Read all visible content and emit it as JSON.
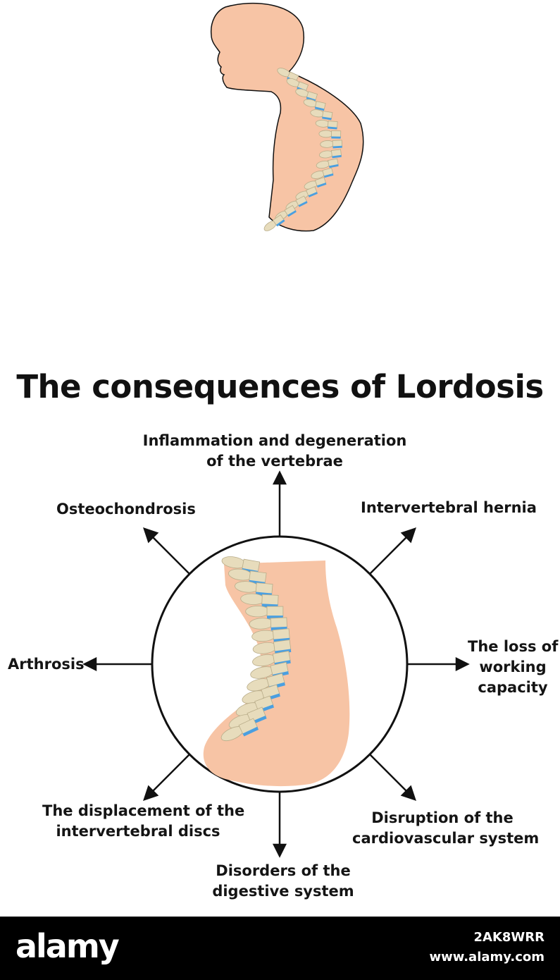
{
  "title": "The consequences of Lordosis",
  "labels": {
    "top": [
      "Inflammation and degeneration",
      "of the vertebrae"
    ],
    "top_left": "Osteochondrosis",
    "top_right": "Intervertebral hernia",
    "left": "Arthrosis",
    "right": [
      "The loss of",
      "working",
      "capacity"
    ],
    "bottom_left": [
      "The displacement of the",
      "intervertebral discs"
    ],
    "bottom": [
      "Disorders of the",
      "digestive system"
    ],
    "bottom_right": [
      "Disruption of the",
      "cardiovascular system"
    ]
  },
  "footer": {
    "brand": "alamy",
    "image_id": "2AK8WRR",
    "url": "www.alamy.com"
  },
  "colors": {
    "skin": "#f7c4a5",
    "disc": "#4a9fe0",
    "bone": "#e7dcbc",
    "outline": "#111111"
  }
}
